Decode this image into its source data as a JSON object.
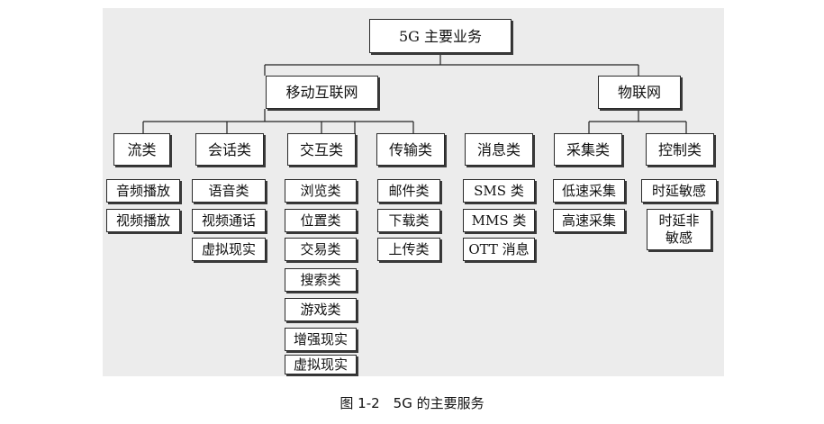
{
  "root": "5G 主要业务",
  "branches": [
    {
      "label": "移动互联网",
      "categories": [
        {
          "label": "流类",
          "items": [
            "音频播放",
            "视频播放"
          ]
        },
        {
          "label": "会话类",
          "items": [
            "语音类",
            "视频通话",
            "虚拟现实"
          ]
        },
        {
          "label": "交互类",
          "items": [
            "浏览类",
            "位置类",
            "交易类",
            "搜索类",
            "游戏类",
            "增强现实",
            "虚拟现实"
          ]
        },
        {
          "label": "传输类",
          "items": [
            "邮件类",
            "下载类",
            "上传类"
          ]
        },
        {
          "label": "消息类",
          "items": [
            "SMS 类",
            "MMS 类",
            "OTT 消息"
          ]
        }
      ]
    },
    {
      "label": "物联网",
      "categories": [
        {
          "label": "采集类",
          "items": [
            "低速采集",
            "高速采集"
          ]
        },
        {
          "label": "控制类",
          "items": [
            "时延敏感",
            "时延非敏感"
          ]
        }
      ]
    }
  ],
  "caption": "图 1-2　5G 的主要服务"
}
